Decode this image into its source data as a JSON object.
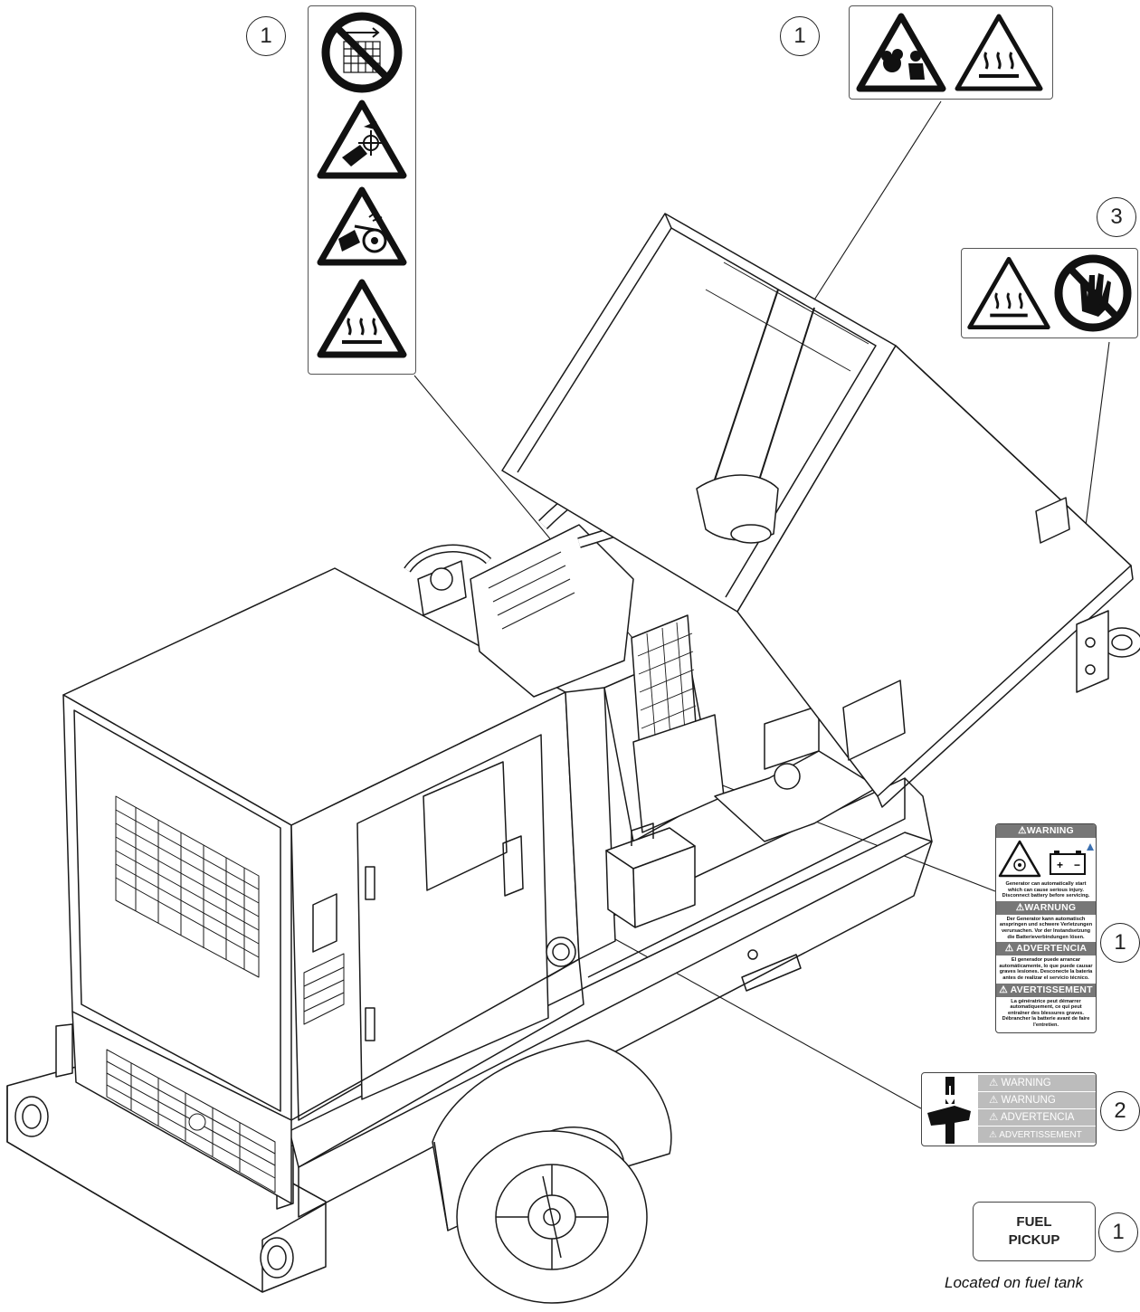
{
  "callouts": {
    "top_left": "1",
    "top_center": "1",
    "right_upper": "3",
    "battery_label": "1",
    "pinch_label": "2",
    "fuel_label": "1"
  },
  "labels": {
    "battery_warning": {
      "sections": [
        {
          "header": "WARNING",
          "body": "Generator can automatically start which can cause serious injury. Disconnect battery before servicing."
        },
        {
          "header": "WARNUNG",
          "body": "Der Generator kann automatisch anspringen und schwere Verletzungen verursachen. Vor der Instandsetzung die Batterieverbindungen lösen."
        },
        {
          "header": "ADVERTENCIA",
          "body": "El generador puede arrancar automáticamente, lo que puede causar graves lesiones. Desconecte la batería antes de realizar el servicio técnico."
        },
        {
          "header": "AVERTISSEMENT",
          "body": "La génératrice peut démarrer automatiquement, ce qui peut entraîner des blessures graves. Débrancher la batterie avant de faire l'entretien."
        }
      ]
    },
    "pinch_warning": {
      "rows": [
        "WARNING",
        "WARNUNG",
        "ADVERTENCIA",
        "ADVERTISSEMENT"
      ]
    },
    "fuel_pickup": {
      "line1": "FUEL",
      "line2": "PICKUP",
      "note": "Located on fuel tank"
    }
  },
  "icons": {
    "left_column": [
      "no-reaching-through-guard-icon",
      "fan-blade-hazard-icon",
      "belt-entanglement-hazard-icon",
      "hot-surface-icon"
    ],
    "top_center": [
      "explosion-burn-hazard-icon",
      "hot-surface-icon"
    ],
    "right_upper": [
      "hot-surface-icon",
      "do-not-touch-icon"
    ],
    "pinch": "pinch-point-hand-icon",
    "battery": "battery-auto-start-icon"
  },
  "colors": {
    "line": "#1a1a1a",
    "label_header": "#777777",
    "label_row": "#bcbcbc"
  }
}
